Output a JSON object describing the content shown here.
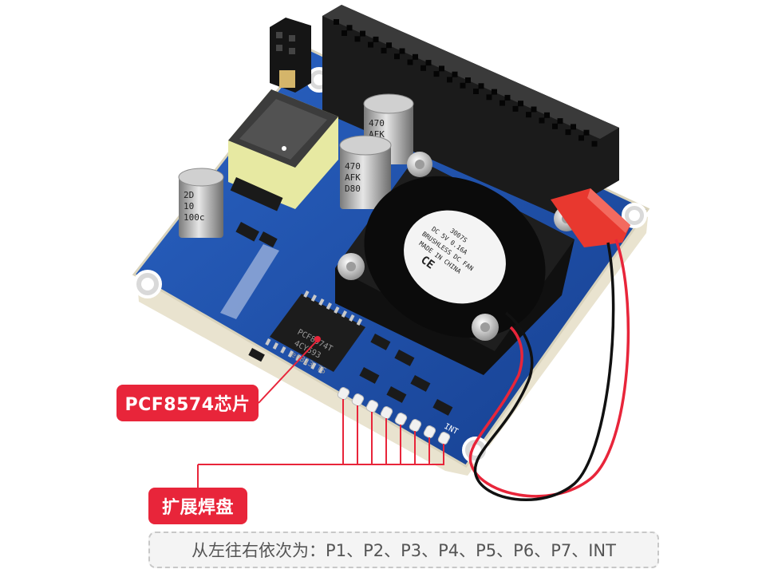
{
  "callouts": {
    "chip_label": "PCF8574芯片",
    "pads_label": "扩展焊盘",
    "pad_order_caption": "从左往右依次为：P1、P2、P3、P4、P5、P6、P7、INT"
  },
  "board_silkscreen": {
    "fan_label": [
      "3007S",
      "DC  5V  0.16A",
      "BRUSHLESS DC FAN",
      "MADE IN CHINA"
    ],
    "fan_mark": "CE",
    "cap_big": [
      "470",
      "AFK",
      "D80"
    ],
    "cap_small": [
      "2D",
      "10",
      "100c"
    ],
    "chip_marking": [
      "PCF8574T",
      "4CY593",
      "enB13 TS"
    ],
    "int_pad_text": "INT"
  },
  "colors": {
    "accent_red": "#e8253a",
    "pcb_blue": "#1d4fa8",
    "caption_text": "#555555"
  }
}
